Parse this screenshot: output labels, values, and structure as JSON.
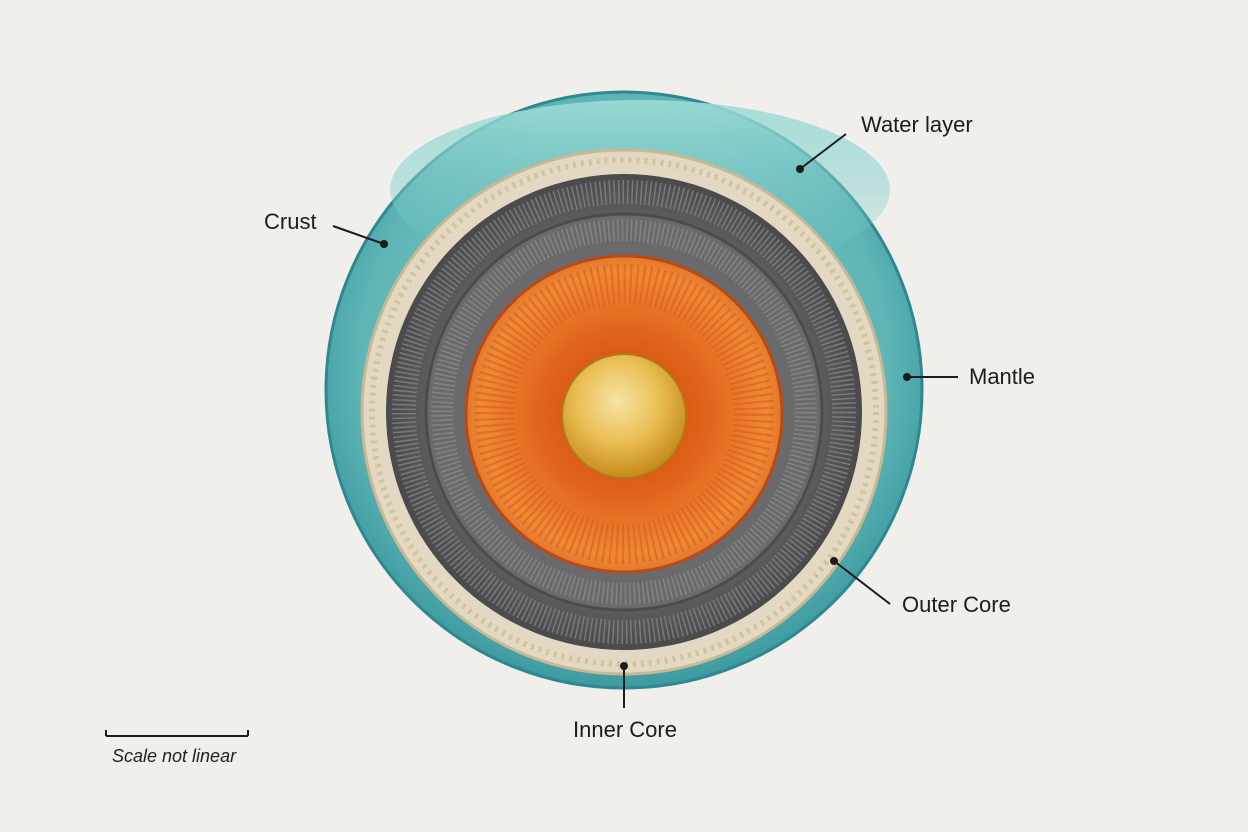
{
  "labels": {
    "water_layer": "Water layer",
    "crust": "Crust",
    "mantle": "Mantle",
    "outer_core": "Outer Core",
    "inner_core": "Inner Core"
  },
  "scale_note": "Scale not linear",
  "colors": {
    "background": "#f1efeb",
    "water": "#5fb8b8",
    "crust": "#e3d9c2",
    "mantle": "#5e5e60",
    "outer_core": "#e0661c",
    "inner_core": "#e8b94a",
    "leader_line": "#1c1c1c"
  }
}
